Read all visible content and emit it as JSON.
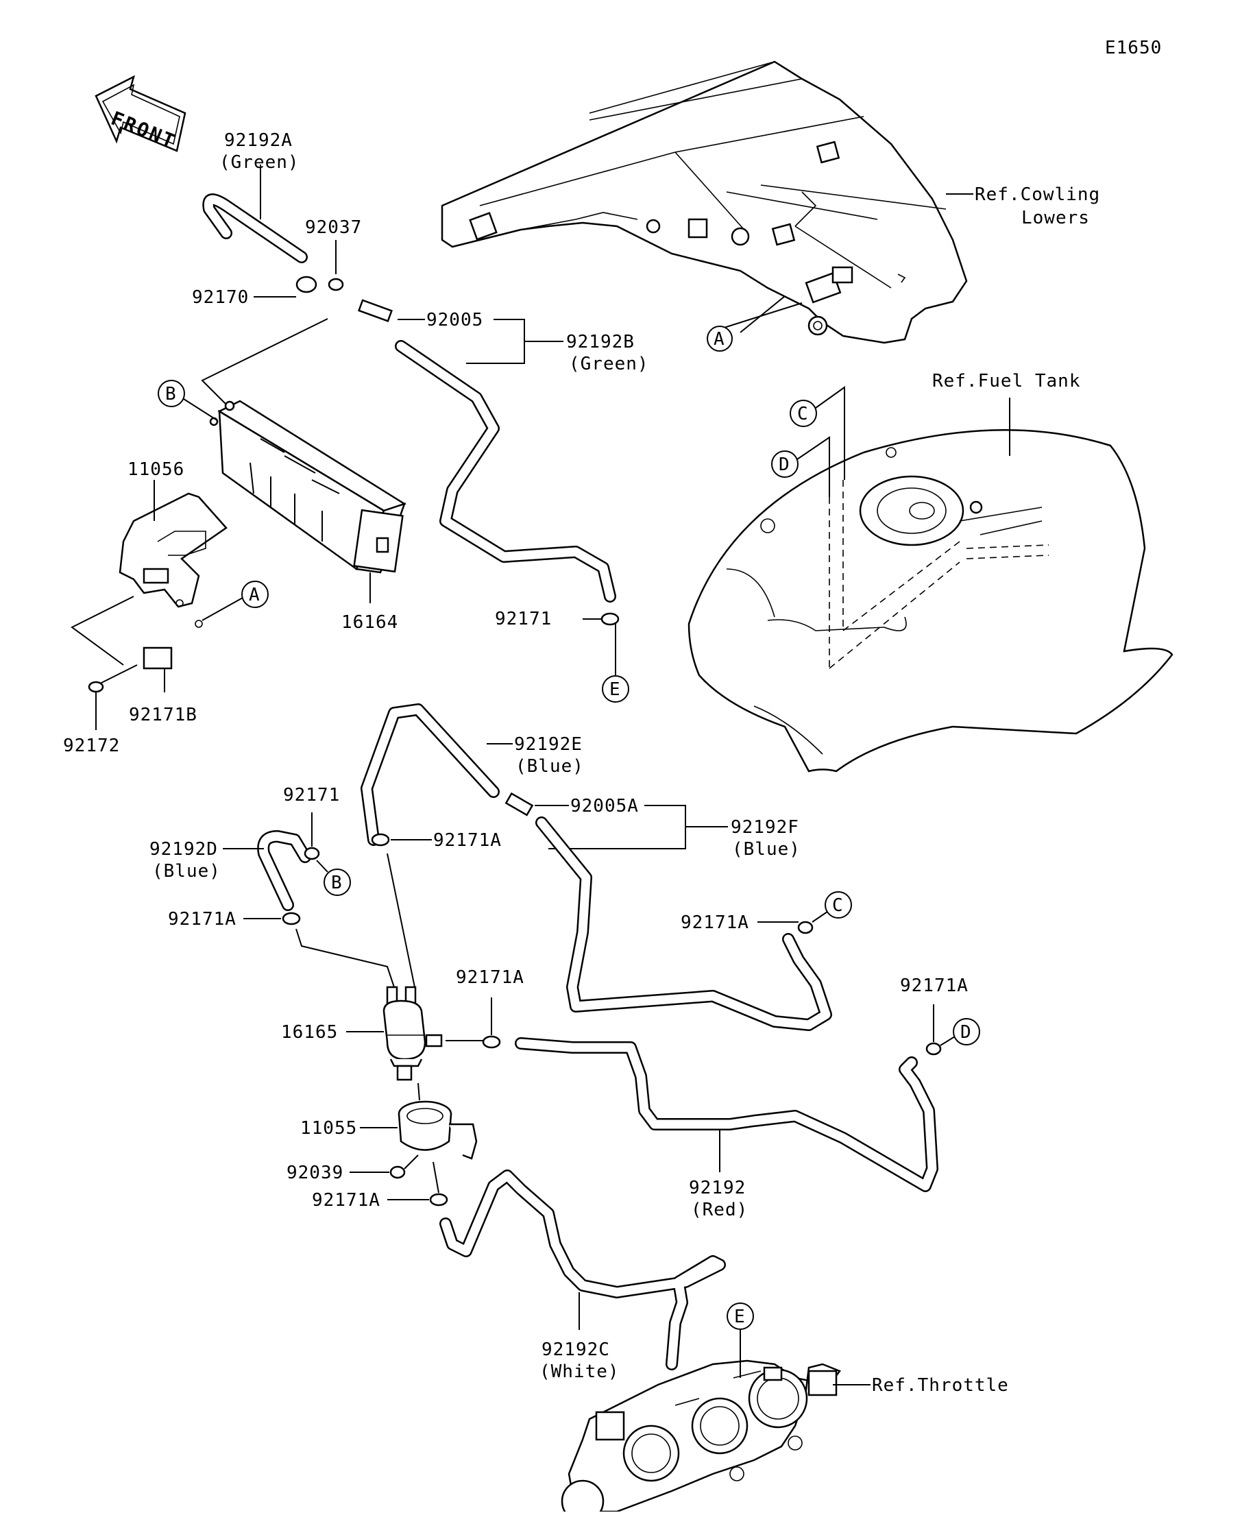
{
  "diagram_id": "E1650",
  "front_label": "FRONT",
  "refs": {
    "cowling_line1": "Ref.Cowling",
    "cowling_line2": "Lowers",
    "fuel_tank": "Ref.Fuel Tank",
    "throttle": "Ref.Throttle"
  },
  "markers": {
    "A": "A",
    "B": "B",
    "C": "C",
    "D": "D",
    "E": "E"
  },
  "parts": {
    "p92192A": "92192A",
    "p92192A_color": "(Green)",
    "p92037": "92037",
    "p92170": "92170",
    "p92005": "92005",
    "p92192B": "92192B",
    "p92192B_color": "(Green)",
    "p11056": "11056",
    "p16164": "16164",
    "p92171B": "92171B",
    "p92172": "92172",
    "p92171_upper": "92171",
    "p92192E": "92192E",
    "p92192E_color": "(Blue)",
    "p92005A": "92005A",
    "p92192F": "92192F",
    "p92192F_color": "(Blue)",
    "p92171_left": "92171",
    "p92192D": "92192D",
    "p92192D_color": "(Blue)",
    "p92171A_1": "92171A",
    "p92171A_2": "92171A",
    "p92171A_3": "92171A",
    "p92171A_4": "92171A",
    "p92171A_5": "92171A",
    "p92171A_6": "92171A",
    "p16165": "16165",
    "p11055": "11055",
    "p92039": "92039",
    "p92192": "92192",
    "p92192_color": "(Red)",
    "p92192C": "92192C",
    "p92192C_color": "(White)"
  }
}
